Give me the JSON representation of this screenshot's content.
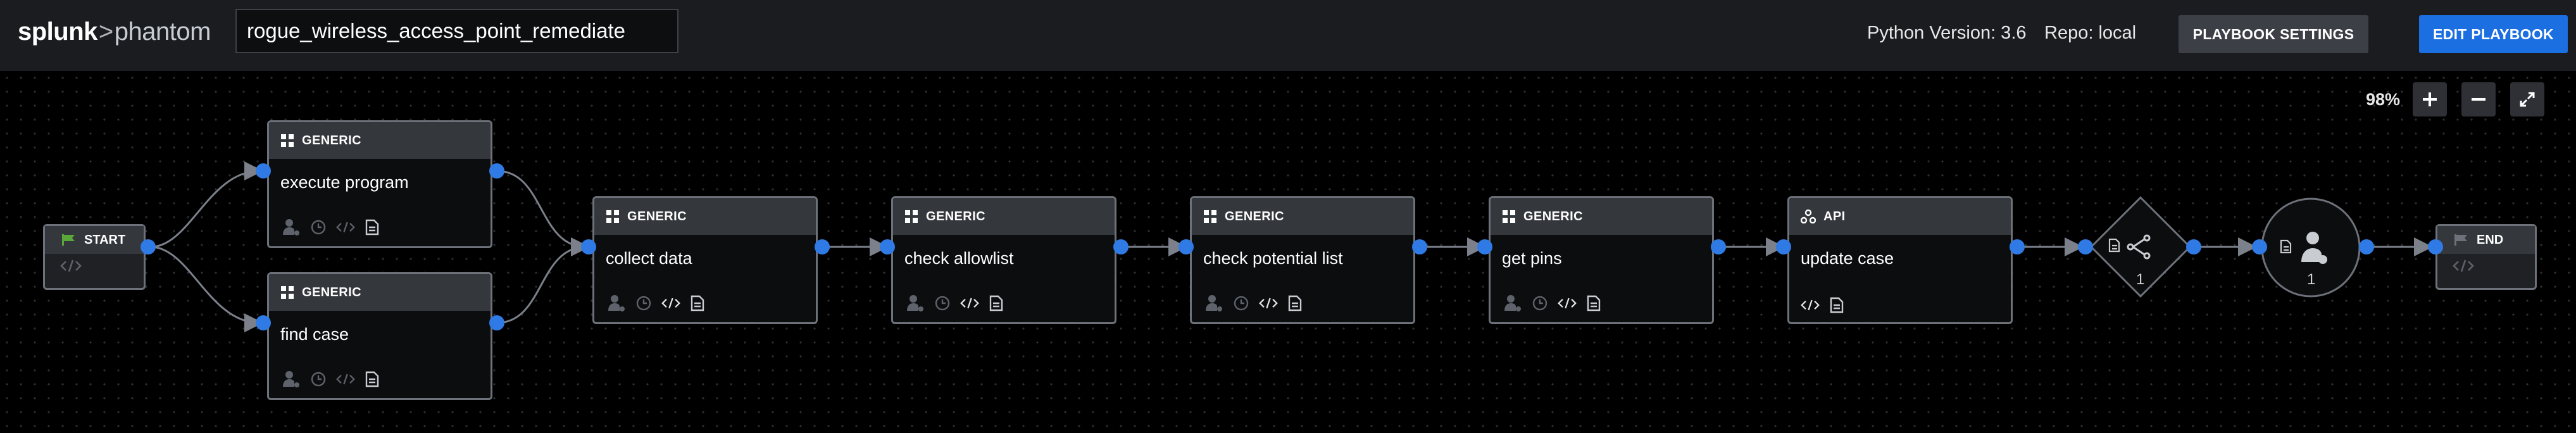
{
  "header": {
    "logo_brand": "splunk",
    "logo_sep": ">",
    "logo_product": "phantom",
    "playbook_name": "rogue_wireless_access_point_remediate",
    "python_version": "Python Version: 3.6",
    "repo": "Repo: local",
    "settings_button": "PLAYBOOK SETTINGS",
    "edit_button": "EDIT PLAYBOOK"
  },
  "zoom": {
    "level": "98%",
    "icons": [
      "plus-icon",
      "minus-icon",
      "expand-icon"
    ]
  },
  "nodes": {
    "start": {
      "label": "START"
    },
    "end": {
      "label": "END"
    },
    "execute_program": {
      "type": "GENERIC",
      "name": "execute program"
    },
    "find_case": {
      "type": "GENERIC",
      "name": "find case"
    },
    "collect_data": {
      "type": "GENERIC",
      "name": "collect data"
    },
    "check_allowlist": {
      "type": "GENERIC",
      "name": "check allowlist"
    },
    "check_potential_list": {
      "type": "GENERIC",
      "name": "check potential list"
    },
    "get_pins": {
      "type": "GENERIC",
      "name": "get pins"
    },
    "update_case": {
      "type": "API",
      "name": "update case"
    },
    "decision": {
      "count": "1"
    },
    "prompt": {
      "count": "1"
    }
  },
  "colors": {
    "accent_blue": "#2f7ae5",
    "edit_button": "#1c6fe0",
    "topbar": "#1a1c20",
    "node_header": "#34373c",
    "start_flag": "#5aa63a"
  }
}
